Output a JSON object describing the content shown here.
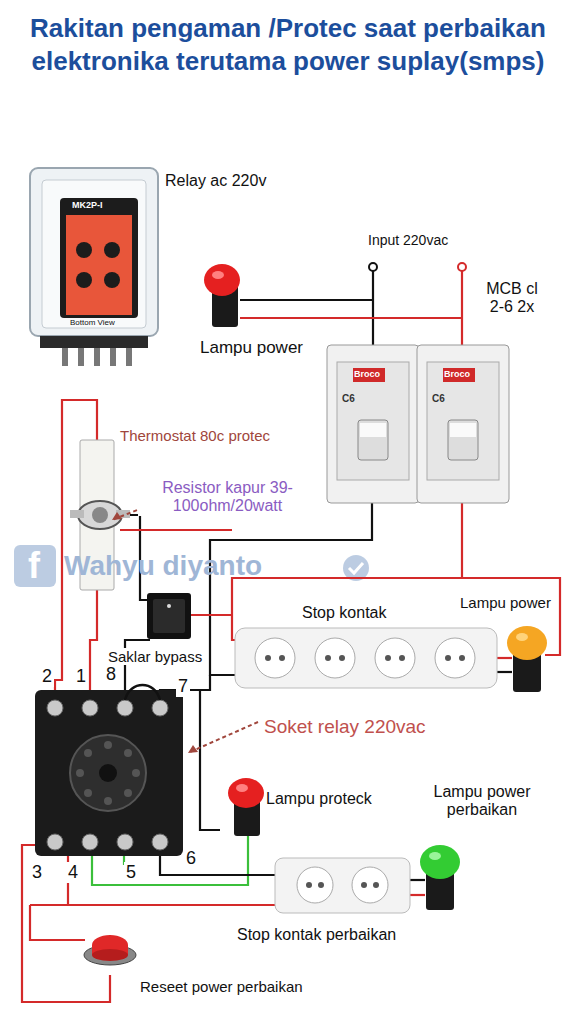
{
  "diagram": {
    "title": "Rakitan pengaman /Protec saat perbaikan elektronika terutama power suplay(smps)",
    "labels": [
      "Relay ac 220v",
      "MK2P-I",
      "Bottom View",
      "Input 220vac",
      "MCB cl 2-6 2x",
      "Lampu power",
      "Thermostat 80c protec",
      "Resistor kapur 39-100ohm/20watt",
      "Broco",
      "C6",
      "Broco",
      "C6",
      "f",
      "Wahyu diyanto",
      "Stop kontak",
      "Lampu power",
      "Saklar bypass",
      "2",
      "1",
      "8",
      "7",
      "Soket  relay 220vac",
      "Lampu proteck",
      "Lampu power perbaikan",
      "3",
      "4",
      "5",
      "6",
      "Stop kontak perbaikan",
      "Reseet power perbaikan"
    ]
  }
}
